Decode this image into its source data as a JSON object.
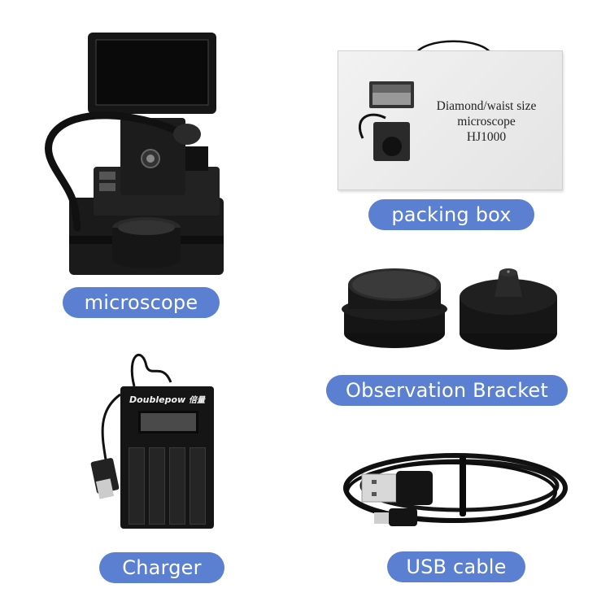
{
  "items": [
    {
      "id": "microscope",
      "label": "microscope"
    },
    {
      "id": "packing-box",
      "label": "packing box"
    },
    {
      "id": "observation-bracket",
      "label": "Observation Bracket"
    },
    {
      "id": "charger",
      "label": "Charger"
    },
    {
      "id": "usb-cable",
      "label": "USB cable"
    }
  ],
  "packing_box": {
    "line1": "Diamond/waist size",
    "line2": "microscope",
    "line3": "HJ1000"
  },
  "charger": {
    "brand": "Doublepow",
    "brand_cn": "倍量"
  },
  "colors": {
    "label_bg": "#5b7fd1",
    "label_text": "#ffffff",
    "product": "#111111"
  }
}
